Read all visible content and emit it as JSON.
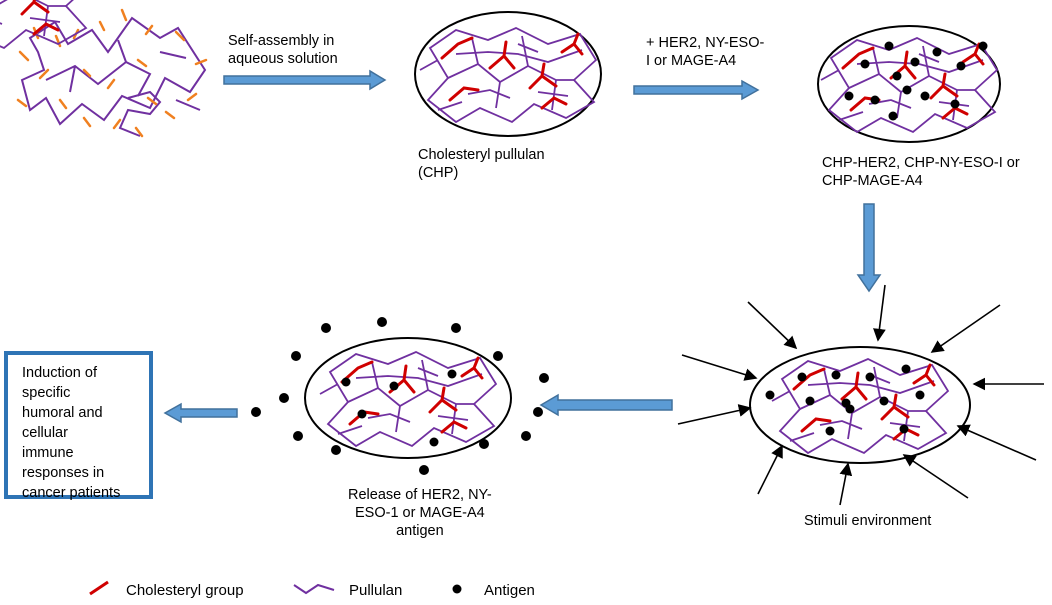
{
  "labels": {
    "self_assembly": "Self-assembly in\naqueous solution",
    "chp": "Cholesteryl pullulan\n(CHP)",
    "add_antigen": "+  HER2, NY-ESO-\nI or MAGE-A4",
    "chp_complex": "CHP-HER2, CHP-NY-ESO-I or\nCHP-MAGE-A4",
    "stimuli": "Stimuli environment",
    "release": "Release of HER2, NY-\nESO-1 or  MAGE-A4\nantigen",
    "outcome": "Induction of\nspecific\nhumoral and\ncellular\nimmune\nresponses in\ncancer patients"
  },
  "legend": {
    "cholesteryl": "Cholesteryl group",
    "pullulan": "Pullulan",
    "antigen": "Antigen"
  },
  "colors": {
    "pullulan": "#7030A0",
    "cholesteryl": "#D00000",
    "cholesteryl_raw": "#F08020",
    "arrow_fill": "#5B9BD5",
    "arrow_stroke": "#41719C",
    "box_border": "#2E74B5",
    "antigen": "#000000"
  }
}
